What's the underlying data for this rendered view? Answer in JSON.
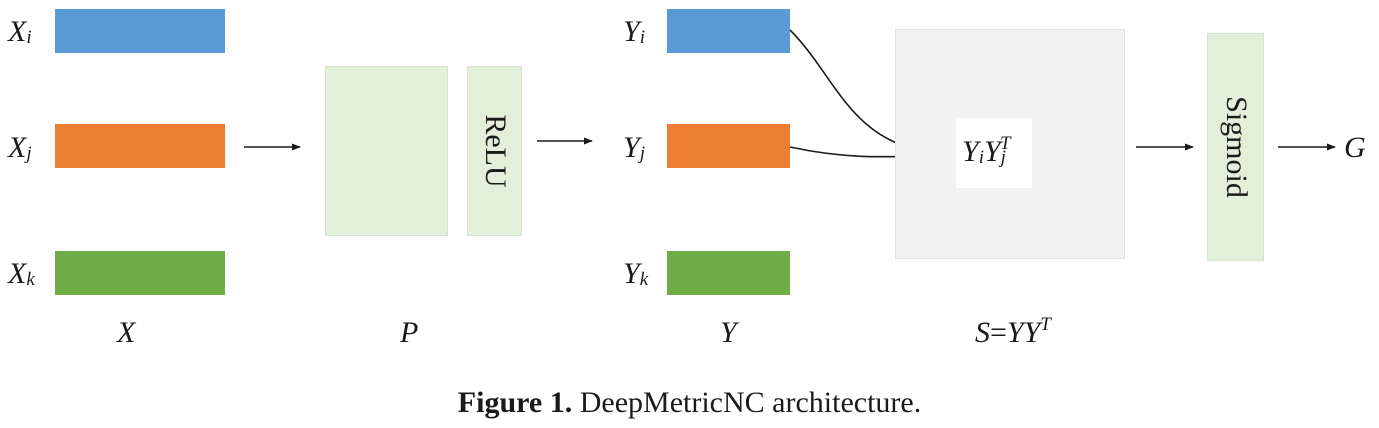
{
  "colors": {
    "row_i": "#5b9bd5",
    "row_j": "#ed7d31",
    "row_k": "#70ad47",
    "green_box": "#e2efda",
    "grey_box": "#f2f2f2",
    "arrow": "#1a1a1a"
  },
  "input": {
    "rows": [
      {
        "var": "X",
        "sub": "i"
      },
      {
        "var": "X",
        "sub": "j"
      },
      {
        "var": "X",
        "sub": "k"
      }
    ],
    "caption": "X"
  },
  "projection": {
    "caption": "P",
    "activation": "ReLU"
  },
  "embedding": {
    "rows": [
      {
        "var": "Y",
        "sub": "i"
      },
      {
        "var": "Y",
        "sub": "j"
      },
      {
        "var": "Y",
        "sub": "k"
      }
    ],
    "caption": "Y"
  },
  "similarity": {
    "product": {
      "a": "Y",
      "a_sub": "i",
      "b": "Y",
      "b_sub": "j",
      "b_sup": "T"
    },
    "caption": {
      "lhs": "S",
      "eq": "=",
      "rhs": "YY",
      "sup": "T"
    }
  },
  "sigmoid": {
    "label": "Sigmoid"
  },
  "output": {
    "label": "G"
  },
  "figure_caption": {
    "prefix": "Figure 1.",
    "text": " DeepMetricNC architecture."
  }
}
